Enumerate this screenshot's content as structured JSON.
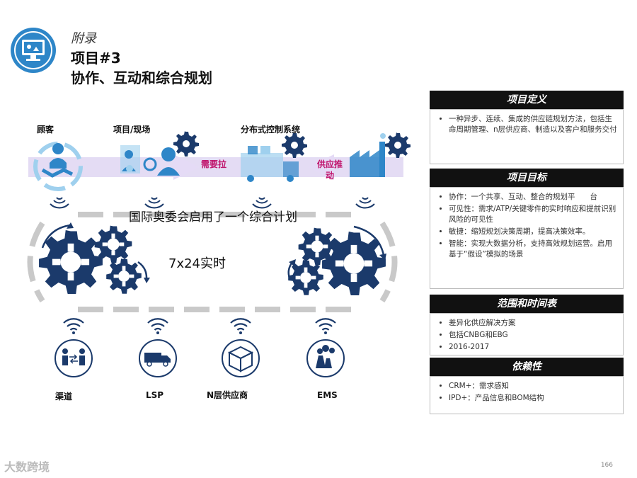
{
  "header": {
    "appendix": "附录",
    "project": "项目#3",
    "title": "协作、互动和综合规划"
  },
  "diagram": {
    "top_labels": {
      "customer": "顾客",
      "project_site": "项目/现场",
      "dcs": "分布式控制系统"
    },
    "pull_label": "需要拉",
    "push_label": "供应推动",
    "center_banner": "国际奥委会启用了一个综合计划",
    "realtime": "7x24实时",
    "bottom_labels": {
      "channel": "渠道",
      "lsp": "LSP",
      "tier_n": "N层供应商",
      "ems": "EMS"
    }
  },
  "panels": [
    {
      "title": "项目定义",
      "items": [
        "一种异步、连续、集成的供应链规划方法，包括生命周期管理、n层供应商、制造以及客户和服务交付"
      ]
    },
    {
      "title": "项目目标",
      "items": [
        "协作：一个共享、互动、整合的规划平　　台",
        "可见性：需求/ATP/关键零件的实时响应和提前识别风险的可见性",
        "敏捷：缩短规划决策周期，提高决策效率。",
        "智能：实现大数据分析，支持高效规划运营。启用基于“假设”模拟的场景"
      ]
    },
    {
      "title": "范围和时间表",
      "items": [
        "差异化供应解决方案",
        "包括CNBG和EBG",
        "2016-2017"
      ]
    },
    {
      "title": "依赖性",
      "items": [
        "CRM+：需求感知",
        "IPD+：产品信息和BOM结构"
      ]
    }
  ],
  "page_number": "166",
  "watermark": "大数跨境",
  "colors": {
    "navy": "#1b3a6b",
    "blue": "#2e86c8",
    "light_blue": "#9fd0ee",
    "arrow_lavender": "#d9cdef",
    "pink": "#c0146c",
    "panel_dark": "#111111"
  }
}
